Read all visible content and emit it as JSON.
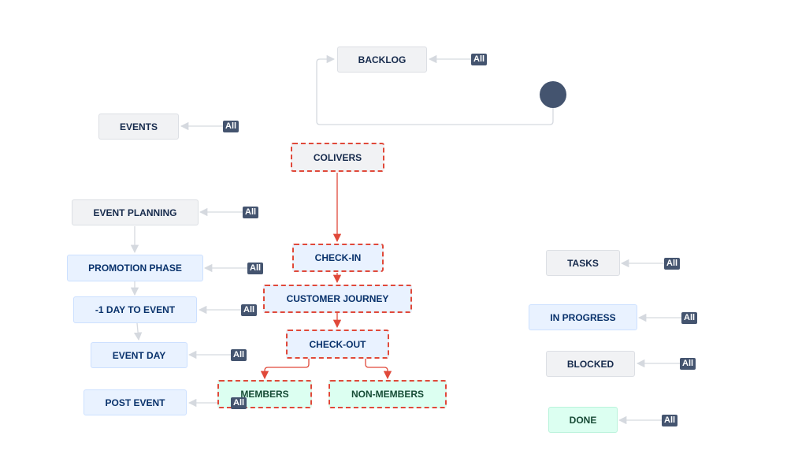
{
  "statuses": {
    "backlog": "BACKLOG",
    "events": "EVENTS",
    "colivers": "COLIVERS",
    "event_planning": "EVENT PLANNING",
    "promotion_phase": "PROMOTION PHASE",
    "day_before_event": "-1 DAY TO EVENT",
    "event_day": "EVENT DAY",
    "post_event": "POST EVENT",
    "check_in": "CHECK-IN",
    "customer_journey": "CUSTOMER JOURNEY",
    "check_out": "CHECK-OUT",
    "members": "MEMBERS",
    "non_members": "NON-MEMBERS",
    "tasks": "TASKS",
    "in_progress": "IN PROGRESS",
    "blocked": "BLOCKED",
    "done": "DONE"
  },
  "transition_label": "All",
  "colors": {
    "todo_bg": "#f1f2f4",
    "in_progress_bg": "#e9f2ff",
    "done_bg": "#dcfff1",
    "selected_border": "#e0493a",
    "transition_badge": "#44546f",
    "start_node": "#44546f",
    "arrow": "#c1c7d0"
  }
}
